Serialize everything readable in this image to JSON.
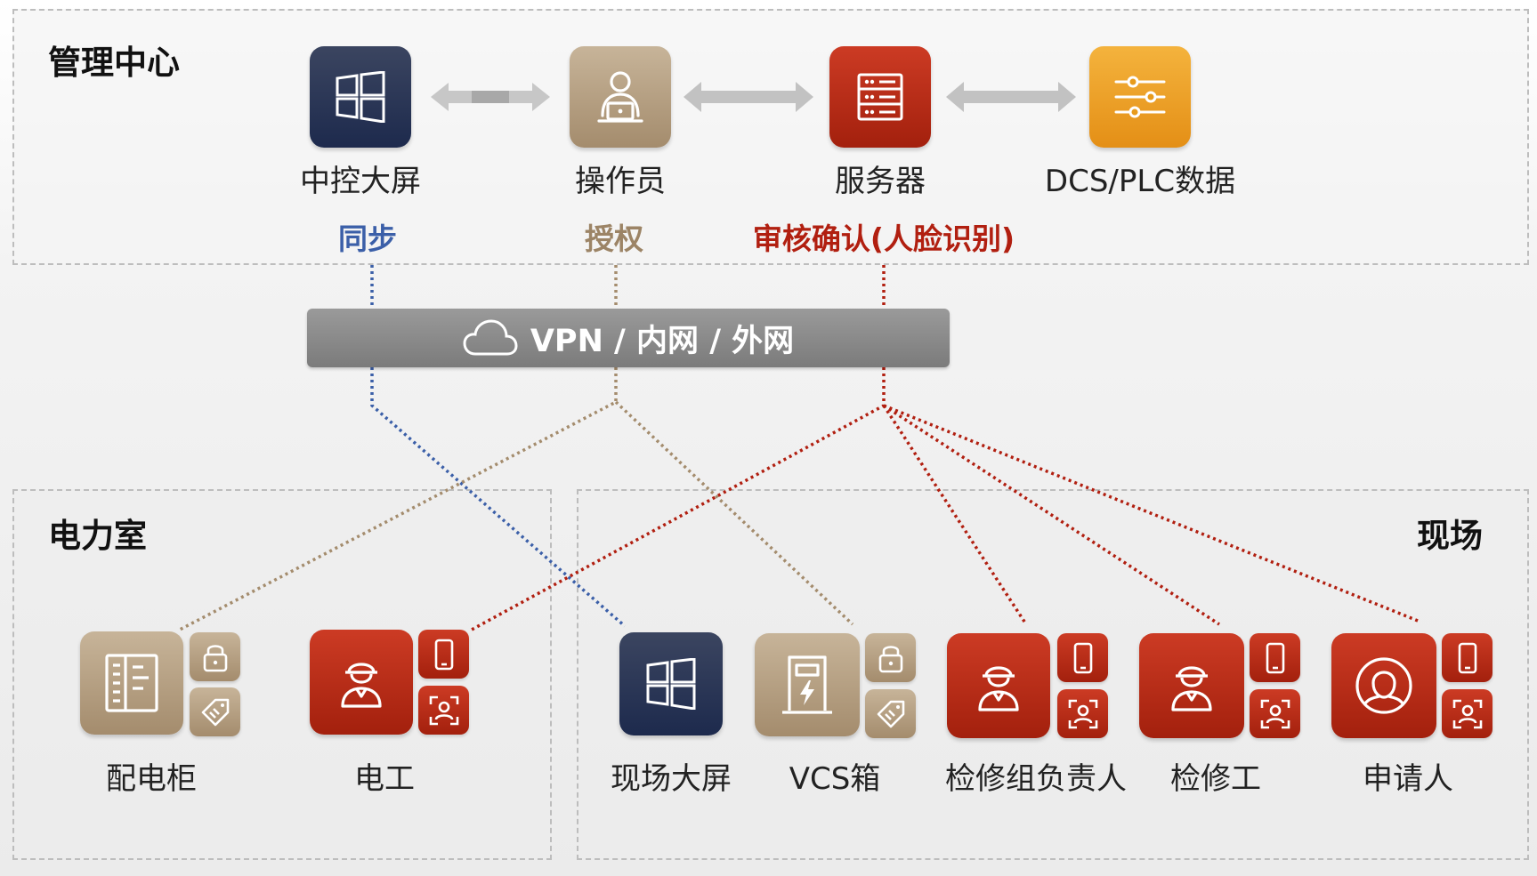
{
  "sections": {
    "management_title": "管理中心",
    "power_room_title": "电力室",
    "site_title": "现场"
  },
  "top_nodes": [
    {
      "label": "中控大屏",
      "icon": "windows-icon"
    },
    {
      "label": "操作员",
      "icon": "operator-laptop-icon"
    },
    {
      "label": "服务器",
      "icon": "server-icon"
    },
    {
      "label": "DCS/PLC数据",
      "icon": "sliders-icon"
    }
  ],
  "actions": {
    "sync": "同步",
    "authorize": "授权",
    "review": "审核确认(人脸识别)"
  },
  "network": {
    "label": "VPN / 内网 / 外网",
    "icon": "cloud-icon"
  },
  "power_nodes": [
    {
      "label": "配电柜",
      "icon": "cabinet-icon",
      "badges": [
        "lock-icon",
        "tag-icon"
      ]
    },
    {
      "label": "电工",
      "icon": "worker-helmet-icon",
      "badges": [
        "phone-icon",
        "face-scan-icon"
      ]
    }
  ],
  "site_nodes": [
    {
      "label": "现场大屏",
      "icon": "windows-icon"
    },
    {
      "label": "VCS箱",
      "icon": "power-box-icon",
      "badges": [
        "lock-icon",
        "tag-icon"
      ]
    },
    {
      "label": "检修组负责人",
      "icon": "worker-helmet-icon",
      "badges": [
        "phone-icon",
        "face-scan-icon"
      ]
    },
    {
      "label": "检修工",
      "icon": "worker-helmet-icon",
      "badges": [
        "phone-icon",
        "face-scan-icon"
      ]
    },
    {
      "label": "申请人",
      "icon": "person-circle-icon",
      "badges": [
        "phone-icon",
        "face-scan-icon"
      ]
    }
  ],
  "colors": {
    "sync_blue": "#3b5fa8",
    "authorize_tan": "#9c8466",
    "review_red": "#b11f10",
    "navy": "#1d2a4d",
    "tan": "#a48c6d",
    "red": "#a3200d",
    "orange": "#e48f16"
  }
}
